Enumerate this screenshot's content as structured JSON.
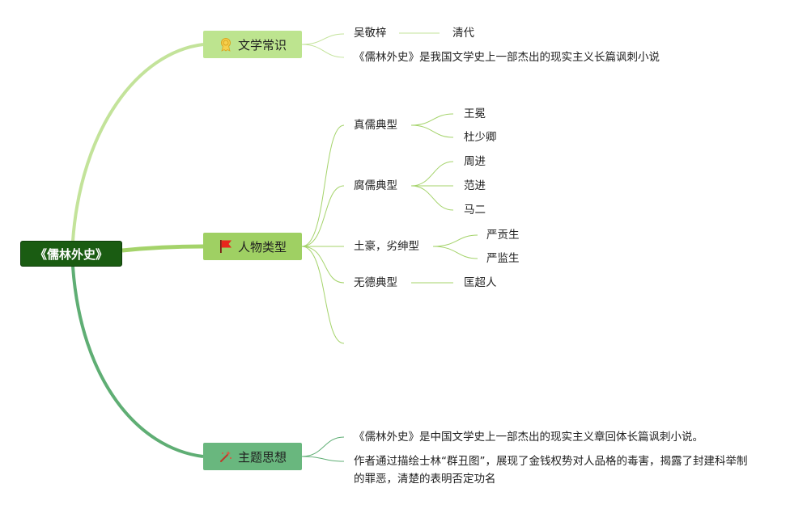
{
  "root": {
    "label": "《儒林外史》"
  },
  "branches": [
    {
      "label": "文学常识",
      "icon": "award-ribbon-icon",
      "children": [
        {
          "label": "吴敬梓",
          "children": [
            {
              "label": "清代"
            }
          ]
        },
        {
          "label": "《儒林外史》是我国文学史上一部杰出的现实主义长篇讽刺小说"
        }
      ]
    },
    {
      "label": "人物类型",
      "icon": "red-flag-icon",
      "children": [
        {
          "label": "真儒典型",
          "children": [
            {
              "label": "王冕"
            },
            {
              "label": "杜少卿"
            }
          ]
        },
        {
          "label": "腐儒典型",
          "children": [
            {
              "label": "周进"
            },
            {
              "label": "范进"
            },
            {
              "label": "马二"
            }
          ]
        },
        {
          "label": "土豪，劣绅型",
          "children": [
            {
              "label": "严贡生"
            },
            {
              "label": "严监生"
            }
          ]
        },
        {
          "label": "无德典型",
          "children": [
            {
              "label": "匡超人"
            }
          ]
        }
      ]
    },
    {
      "label": "主题思想",
      "icon": "magic-wand-icon",
      "children": [
        {
          "label": "《儒林外史》是中国文学史上一部杰出的现实主义章回体长篇讽刺小说。"
        },
        {
          "label": "作者通过描绘士林“群丑图”，展现了金钱权势对人品格的毒害，揭露了封建科举制的罪恶，清楚的表明否定功名"
        }
      ]
    }
  ],
  "colors": {
    "root": "#1a5c12",
    "branch1": "#bde48f",
    "branch2": "#9fd063",
    "branch3": "#69b77e",
    "line_light": "#c3e39a",
    "line_mid": "#a4d36a",
    "line_dark": "#5fae74"
  }
}
